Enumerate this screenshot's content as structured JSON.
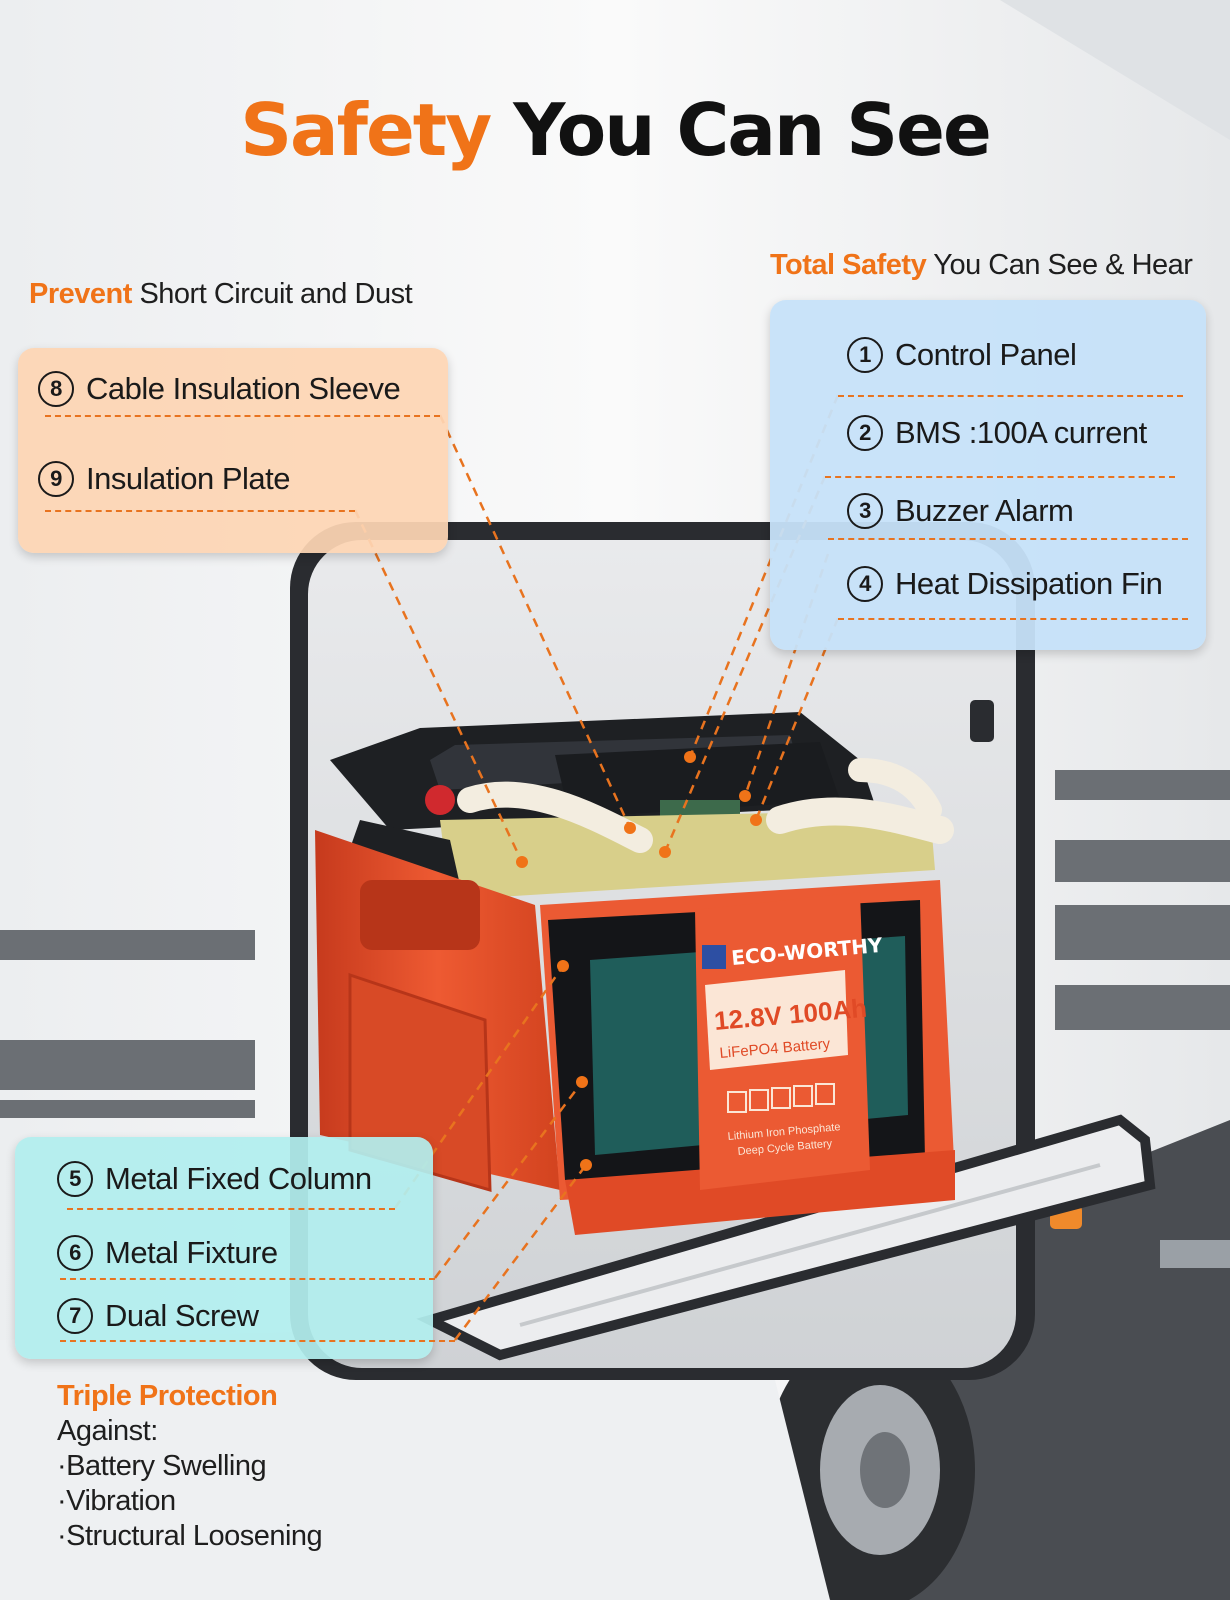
{
  "title": {
    "accent": "Safety",
    "rest": "You Can See"
  },
  "left_caption": {
    "accent": "Prevent",
    "rest": "Short Circuit and Dust"
  },
  "right_caption": {
    "accent": "Total Safety",
    "rest": "You Can See & Hear"
  },
  "left_panel_items": [
    {
      "num": "8",
      "label": "Cable Insulation Sleeve"
    },
    {
      "num": "9",
      "label": "Insulation Plate"
    }
  ],
  "right_panel_items": [
    {
      "num": "1",
      "label": "Control Panel"
    },
    {
      "num": "2",
      "label": "BMS :100A current"
    },
    {
      "num": "3",
      "label": "Buzzer Alarm"
    },
    {
      "num": "4",
      "label": "Heat Dissipation Fin"
    }
  ],
  "bottom_panel_items": [
    {
      "num": "5",
      "label": "Metal Fixed Column"
    },
    {
      "num": "6",
      "label": "Metal Fixture"
    },
    {
      "num": "7",
      "label": "Dual Screw"
    }
  ],
  "protection": {
    "heading": "Triple Protection",
    "lines": [
      "Against:",
      "·Battery Swelling",
      "·Vibration",
      "·Structural Loosening"
    ]
  },
  "battery_label": {
    "brand": "ECO-WORTHY",
    "spec": "12.8V 100Ah",
    "chemistry": "LiFePO4 Battery",
    "footer_1": "Lithium Iron Phosphate",
    "footer_2": "Deep Cycle Battery"
  },
  "colors": {
    "accent": "#f07318",
    "battery_case": "#e9502c",
    "rv_body": "#f3f4f5",
    "stripe": "#6b6f74"
  }
}
